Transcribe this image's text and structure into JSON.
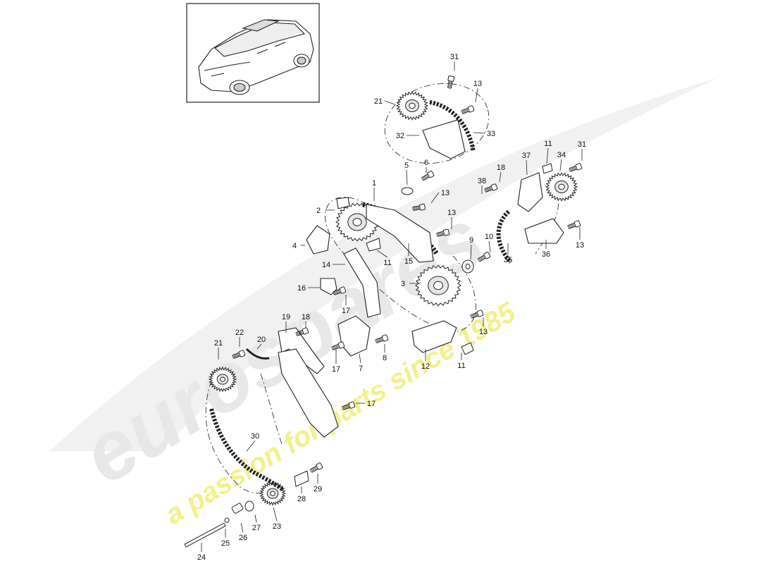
{
  "watermark": {
    "brand": "eurospares",
    "tagline": "a passion for parts since 1985",
    "brand_color": "#e6e6e6",
    "tagline_color": "#f3f08a"
  },
  "thumbnail": {
    "icon": "car-suv-icon"
  },
  "diagram_title": "",
  "labels": [
    {
      "id": "31-top",
      "text": "31"
    },
    {
      "id": "13-a",
      "text": "13"
    },
    {
      "id": "21-top",
      "text": "21"
    },
    {
      "id": "32",
      "text": "32"
    },
    {
      "id": "33",
      "text": "33"
    },
    {
      "id": "11-r",
      "text": "11"
    },
    {
      "id": "37",
      "text": "37"
    },
    {
      "id": "34",
      "text": "34"
    },
    {
      "id": "31-r",
      "text": "31"
    },
    {
      "id": "5",
      "text": "5"
    },
    {
      "id": "6",
      "text": "6"
    },
    {
      "id": "1",
      "text": "1"
    },
    {
      "id": "18-top",
      "text": "18"
    },
    {
      "id": "38",
      "text": "38"
    },
    {
      "id": "13-b",
      "text": "13"
    },
    {
      "id": "2",
      "text": "2"
    },
    {
      "id": "13-c",
      "text": "13"
    },
    {
      "id": "13-r",
      "text": "13"
    },
    {
      "id": "4",
      "text": "4"
    },
    {
      "id": "10",
      "text": "10"
    },
    {
      "id": "9",
      "text": "9"
    },
    {
      "id": "11-mid",
      "text": "11"
    },
    {
      "id": "15",
      "text": "15"
    },
    {
      "id": "35",
      "text": "35"
    },
    {
      "id": "36",
      "text": "36"
    },
    {
      "id": "14",
      "text": "14"
    },
    {
      "id": "3",
      "text": "3"
    },
    {
      "id": "16",
      "text": "16"
    },
    {
      "id": "17-a",
      "text": "17"
    },
    {
      "id": "19",
      "text": "19"
    },
    {
      "id": "18-b",
      "text": "18"
    },
    {
      "id": "13-d",
      "text": "13"
    },
    {
      "id": "21-b",
      "text": "21"
    },
    {
      "id": "22",
      "text": "22"
    },
    {
      "id": "20",
      "text": "20"
    },
    {
      "id": "17-b",
      "text": "17"
    },
    {
      "id": "7",
      "text": "7"
    },
    {
      "id": "8",
      "text": "8"
    },
    {
      "id": "12",
      "text": "12"
    },
    {
      "id": "11-b",
      "text": "11"
    },
    {
      "id": "17-c",
      "text": "17"
    },
    {
      "id": "30",
      "text": "30"
    },
    {
      "id": "29",
      "text": "29"
    },
    {
      "id": "28",
      "text": "28"
    },
    {
      "id": "27",
      "text": "27"
    },
    {
      "id": "26",
      "text": "26"
    },
    {
      "id": "25",
      "text": "25"
    },
    {
      "id": "23",
      "text": "23"
    },
    {
      "id": "24",
      "text": "24"
    }
  ]
}
